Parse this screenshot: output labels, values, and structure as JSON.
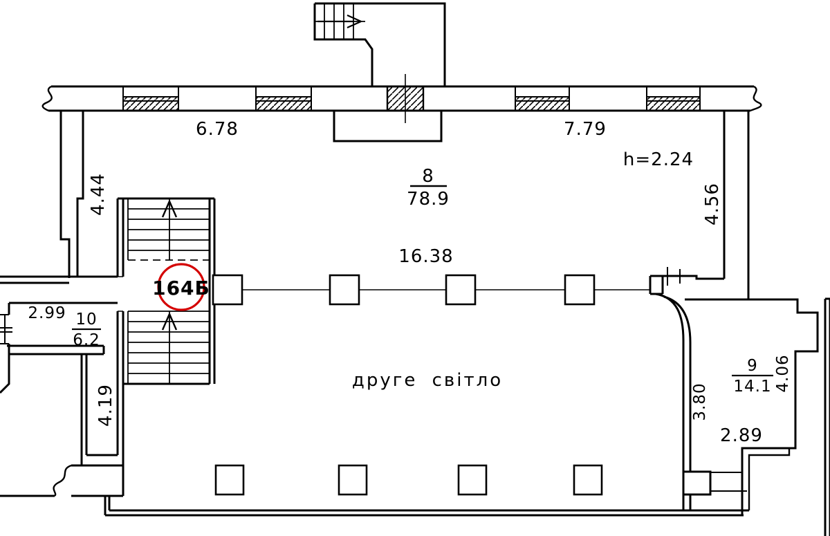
{
  "plan": {
    "unit_badge": "164Б",
    "note_second_light": "друге світло",
    "height_note": "h=2.24",
    "rooms": [
      {
        "number": "8",
        "area": "78.9"
      },
      {
        "number": "9",
        "area": "14.1"
      },
      {
        "number": "10",
        "area": "6.2"
      }
    ],
    "dimensions": {
      "top_left_window": "6.78",
      "top_right_window": "7.79",
      "hall_width": "16.38",
      "left_upper": "4.44",
      "right_upper": "4.56",
      "room10_width": "2.99",
      "left_corridor": "4.19",
      "room9_left": "3.80",
      "room9_right": "4.06",
      "room9_bottom": "2.89"
    },
    "colors": {
      "line": "#000000",
      "badge_circle": "#d40000",
      "background": "#ffffff"
    }
  }
}
